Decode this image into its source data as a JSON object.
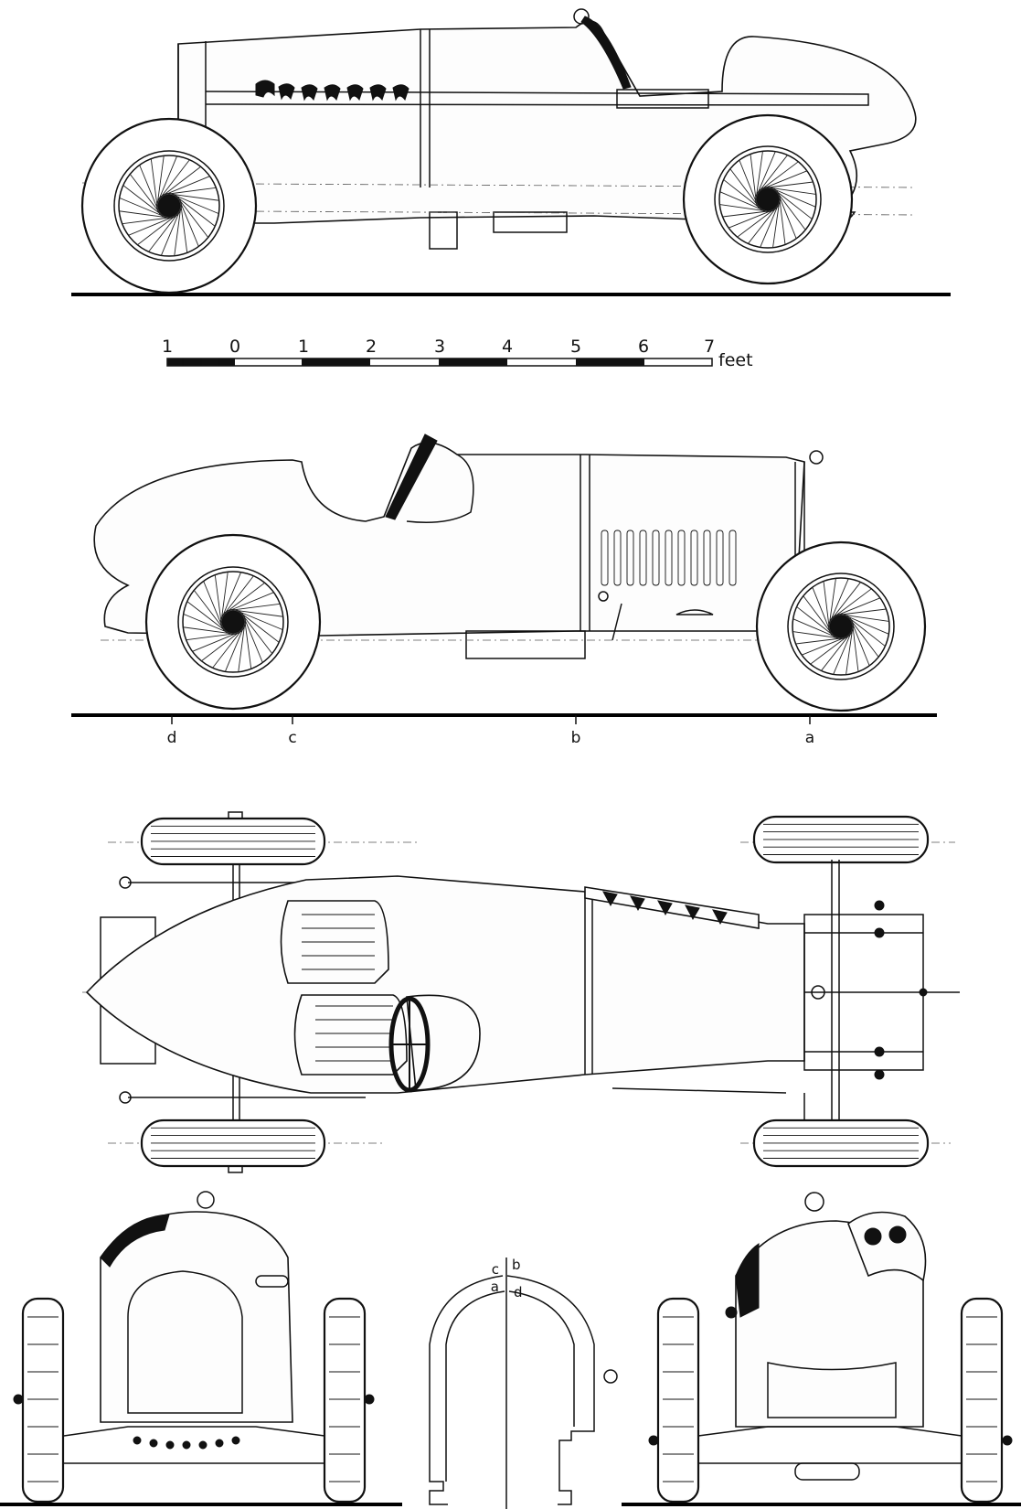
{
  "scale": {
    "labels": [
      "1",
      "0",
      "1",
      "2",
      "3",
      "4",
      "5",
      "6",
      "7"
    ],
    "unit": "feet"
  },
  "stations": [
    "d",
    "c",
    "b",
    "a"
  ],
  "section": {
    "labels": [
      "c",
      "b",
      "a",
      "d"
    ]
  },
  "colors": {
    "ink": "#111111",
    "paper": "#ffffff"
  }
}
